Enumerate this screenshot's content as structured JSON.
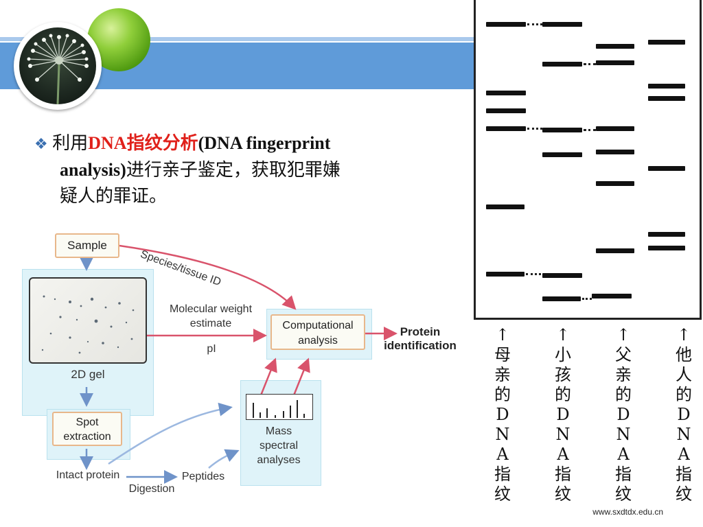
{
  "header": {
    "accent_blue": "#5f9bd9",
    "green_ball": "#6fb52a",
    "photo_subject": "dandelion-seed-head"
  },
  "bullet": {
    "marker": "❖",
    "prefix": "利用",
    "highlight": "DNA指纹分析",
    "english_open": "(",
    "english": "DNA fingerprint",
    "english_2": "analysis)",
    "line2_rest": "进行亲子鉴定，获取犯罪嫌",
    "line3": "疑人的罪证。",
    "highlight_color": "#e0201a"
  },
  "diagram": {
    "sample": "Sample",
    "species_tissue_id": "Species/tissue ID",
    "molecular_weight": "Molecular weight",
    "estimate": "estimate",
    "pi": "pI",
    "computational": "Computational",
    "analysis": "analysis",
    "protein": "Protein",
    "identification": "identification",
    "gel_2d": "2D gel",
    "spot": "Spot",
    "extraction": "extraction",
    "mass": "Mass",
    "spectral": "spectral",
    "analyses": "analyses",
    "intact_protein": "Intact protein",
    "digestion": "Digestion",
    "peptides": "Peptides"
  },
  "fingerprint": {
    "lanes": [
      {
        "label": [
          "↑",
          "母",
          "亲",
          "的",
          "D",
          "N",
          "A",
          "指",
          "纹"
        ]
      },
      {
        "label": [
          "↑",
          "小",
          "孩",
          "的",
          "D",
          "N",
          "A",
          "指",
          "纹"
        ]
      },
      {
        "label": [
          "↑",
          "父",
          "亲",
          "的",
          "D",
          "N",
          "A",
          "指",
          "纹"
        ]
      },
      {
        "label": [
          "↑",
          "他",
          "人",
          "的",
          "D",
          "N",
          "A",
          "指",
          "纹"
        ]
      }
    ]
  },
  "footer": {
    "url": "www.sxdtdx.edu.cn"
  }
}
